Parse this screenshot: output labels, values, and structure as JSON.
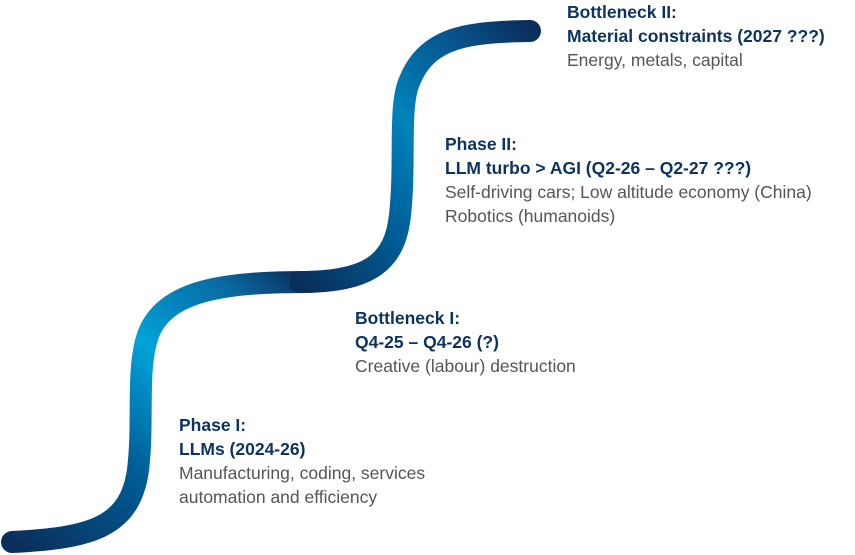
{
  "colors": {
    "title": "#0d3460",
    "description": "#555555",
    "curve_dark": "#0a2f5c",
    "curve_mid": "#005d96",
    "curve_light": "#00a3d9",
    "background": "#ffffff"
  },
  "stages": [
    {
      "id": "bottleneck-2",
      "title_line1": "Bottleneck II:",
      "title_line2": "Material constraints (2027 ???)",
      "desc_line1": "Energy, metals, capital",
      "desc_line2": ""
    },
    {
      "id": "phase-2",
      "title_line1": "Phase II:",
      "title_line2": "LLM turbo > AGI (Q2-26 – Q2-27 ???)",
      "desc_line1": "Self-driving cars; Low altitude economy (China)",
      "desc_line2": "Robotics (humanoids)"
    },
    {
      "id": "bottleneck-1",
      "title_line1": "Bottleneck I:",
      "title_line2": "Q4-25 – Q4-26 (?)",
      "desc_line1": "Creative (labour) destruction",
      "desc_line2": ""
    },
    {
      "id": "phase-1",
      "title_line1": "Phase I:",
      "title_line2": "LLMs (2024-26)",
      "desc_line1": "Manufacturing, coding, services",
      "desc_line2": "automation and efficiency"
    }
  ]
}
